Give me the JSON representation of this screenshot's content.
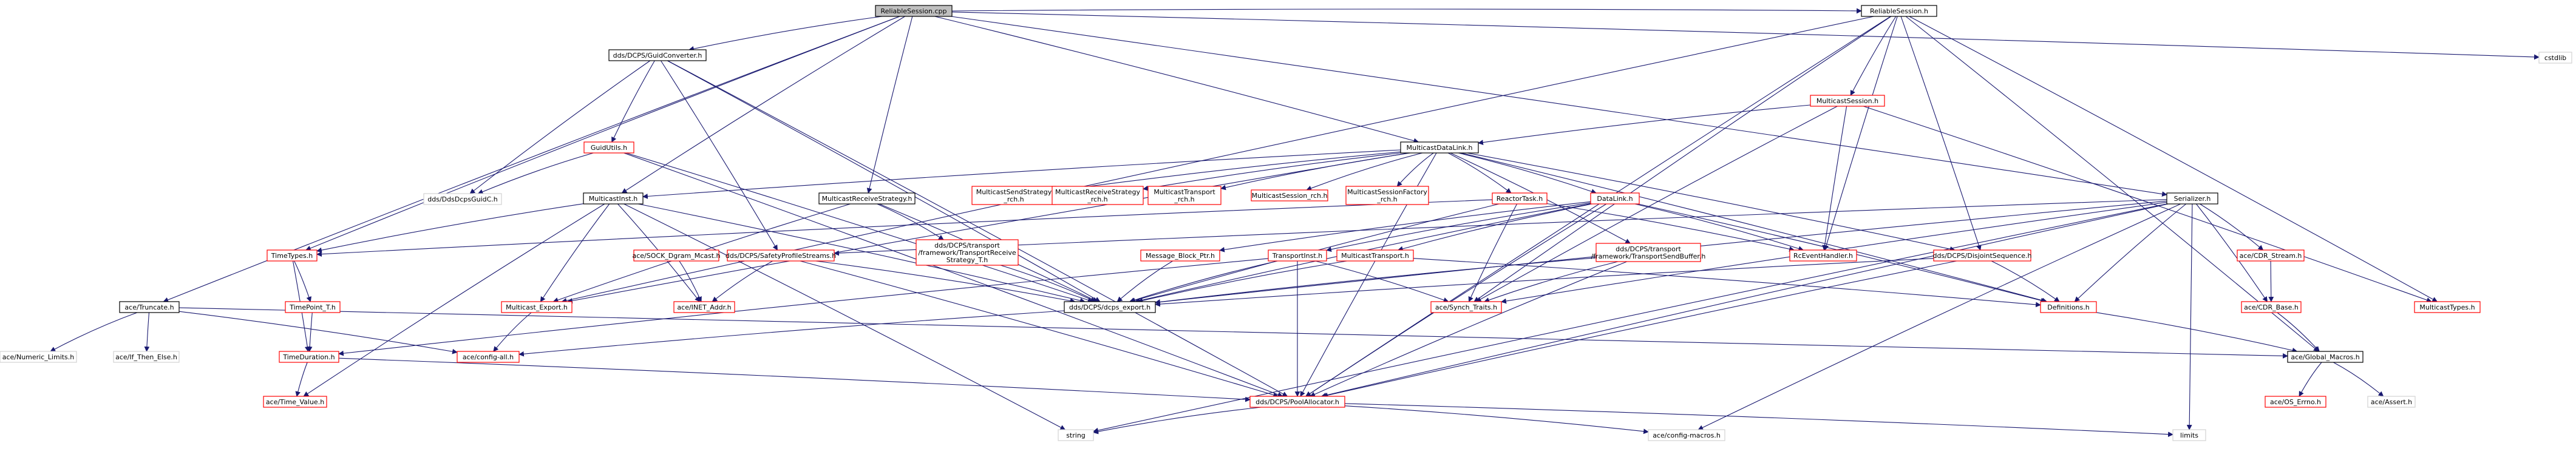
{
  "colors": {
    "edge": "#191970",
    "root_fill": "#bfbfbf",
    "normal_border": "#000000",
    "missing_border": "#ff0000",
    "text": "#000000"
  },
  "nodes": [
    {
      "id": "ReliableSession_cpp",
      "label": "ReliableSession.cpp",
      "style": "root"
    },
    {
      "id": "ReliableSession_h",
      "label": "ReliableSession.h",
      "style": "normal"
    },
    {
      "id": "cstdlib",
      "label": "cstdlib",
      "style": "plain"
    },
    {
      "id": "GuidConverter_h",
      "label": "dds/DCPS/GuidConverter.h",
      "style": "normal"
    },
    {
      "id": "MulticastSession_h",
      "label": "MulticastSession.h",
      "style": "missing"
    },
    {
      "id": "GuidUtils_h",
      "label": "GuidUtils.h",
      "style": "missing"
    },
    {
      "id": "DdsDcpsGuidC_h",
      "label": "dds/DdsDcpsGuidC.h",
      "style": "plain"
    },
    {
      "id": "MulticastDataLink_h",
      "label": "MulticastDataLink.h",
      "style": "normal"
    },
    {
      "id": "MulticastInst_h",
      "label": "MulticastInst.h",
      "style": "normal"
    },
    {
      "id": "MulticastReceiveStrategy_h",
      "label": "MulticastReceiveStrategy.h",
      "style": "normal"
    },
    {
      "id": "MulticastSendStrategy_h",
      "label": "MulticastSendStrategy_rch.h",
      "style": "missing"
    },
    {
      "id": "MulticastReceiveStrategy_rch_h",
      "label": "MulticastReceiveStrategy_rch.h",
      "style": "missing"
    },
    {
      "id": "MulticastTransport_rch_h",
      "label": "MulticastTransport_rch.h",
      "style": "missing"
    },
    {
      "id": "MulticastSession_rch_h",
      "label": "MulticastSession_rch.h",
      "style": "missing"
    },
    {
      "id": "MulticastSessionFactory_rch_h",
      "label": "MulticastSessionFactory_rch.h",
      "style": "missing"
    },
    {
      "id": "ReactorTask_h",
      "label": "ReactorTask.h",
      "style": "missing"
    },
    {
      "id": "DataLink_h",
      "label": "DataLink.h",
      "style": "missing"
    },
    {
      "id": "Serializer_h",
      "label": "Serializer.h",
      "style": "normal"
    },
    {
      "id": "TimeTypes_h",
      "label": "TimeTypes.h",
      "style": "missing"
    },
    {
      "id": "SOCK_Dgram_Mcast_h",
      "label": "ace/SOCK_Dgram_Mcast.h",
      "style": "missing"
    },
    {
      "id": "SafetyProfileStreams_h",
      "label": "dds/DCPS/SafetyProfileStreams.h",
      "style": "missing"
    },
    {
      "id": "TransportReceiveStrategy_T_h",
      "label": "dds/DCPS/transport/framework/TransportReceiveStrategy_T.h",
      "style": "missing"
    },
    {
      "id": "Message_Block_Ptr_h",
      "label": "Message_Block_Ptr.h",
      "style": "missing"
    },
    {
      "id": "TransportInst_h",
      "label": "TransportInst.h",
      "style": "missing"
    },
    {
      "id": "MulticastTransport_h",
      "label": "MulticastTransport.h",
      "style": "missing"
    },
    {
      "id": "TransportSendBuffer_h",
      "label": "dds/DCPS/transport/framework/TransportSendBuffer.h",
      "style": "missing"
    },
    {
      "id": "RcEventHandler_h",
      "label": "RcEventHandler.h",
      "style": "missing"
    },
    {
      "id": "DisjointSequence_h",
      "label": "dds/DCPS/DisjointSequence.h",
      "style": "missing"
    },
    {
      "id": "CDR_Stream_h",
      "label": "ace/CDR_Stream.h",
      "style": "missing"
    },
    {
      "id": "CDR_Base_h",
      "label": "ace/CDR_Base.h",
      "style": "missing"
    },
    {
      "id": "Truncate_h",
      "label": "ace/Truncate.h",
      "style": "normal"
    },
    {
      "id": "TimePoint_T_h",
      "label": "TimePoint_T.h",
      "style": "missing"
    },
    {
      "id": "TimeDuration_h",
      "label": "TimeDuration.h",
      "style": "missing"
    },
    {
      "id": "Time_Value_h",
      "label": "ace/Time_Value.h",
      "style": "missing"
    },
    {
      "id": "Numeric_Limits_h",
      "label": "ace/Numeric_Limits.h",
      "style": "plain"
    },
    {
      "id": "If_Then_Else_h",
      "label": "ace/If_Then_Else.h",
      "style": "plain"
    },
    {
      "id": "Export_h",
      "label": "Multicast_Export.h",
      "style": "missing"
    },
    {
      "id": "INET_Addr_h",
      "label": "ace/INET_Addr.h",
      "style": "missing"
    },
    {
      "id": "dcps_export_h",
      "label": "dds/DCPS/dcps_export.h",
      "style": "normal"
    },
    {
      "id": "Synch_Traits_h",
      "label": "ace/Synch_Traits.h",
      "style": "missing"
    },
    {
      "id": "Definitions_h",
      "label": "Definitions.h",
      "style": "missing"
    },
    {
      "id": "MulticastTypes_h",
      "label": "MulticastTypes.h",
      "style": "missing"
    },
    {
      "id": "config_all_h",
      "label": "ace/config-all.h",
      "style": "missing"
    },
    {
      "id": "PoolAllocator_h",
      "label": "dds/DCPS/PoolAllocator.h",
      "style": "missing"
    },
    {
      "id": "Global_Macros_h",
      "label": "ace/Global_Macros.h",
      "style": "normal"
    },
    {
      "id": "OS_Errno_h",
      "label": "ace/OS_Errno.h",
      "style": "missing"
    },
    {
      "id": "Assert_h",
      "label": "ace/Assert.h",
      "style": "plain"
    },
    {
      "id": "string",
      "label": "string",
      "style": "plain"
    },
    {
      "id": "config_macros_h",
      "label": "ace/config-macros.h",
      "style": "plain"
    },
    {
      "id": "limits",
      "label": "limits",
      "style": "plain"
    }
  ],
  "edges": [
    [
      "ReliableSession_cpp",
      "ReliableSession_h"
    ],
    [
      "ReliableSession_cpp",
      "cstdlib"
    ],
    [
      "ReliableSession_cpp",
      "GuidConverter_h"
    ],
    [
      "ReliableSession_cpp",
      "MulticastDataLink_h"
    ],
    [
      "ReliableSession_cpp",
      "MulticastInst_h"
    ],
    [
      "ReliableSession_cpp",
      "MulticastReceiveStrategy_h"
    ],
    [
      "ReliableSession_cpp",
      "Serializer_h"
    ],
    [
      "ReliableSession_cpp",
      "TimeTypes_h"
    ],
    [
      "ReliableSession_cpp",
      "Truncate_h"
    ],
    [
      "ReliableSession_h",
      "MulticastSession_h"
    ],
    [
      "ReliableSession_h",
      "DisjointSequence_h"
    ],
    [
      "ReliableSession_h",
      "RcEventHandler_h"
    ],
    [
      "ReliableSession_h",
      "Synch_Traits_h"
    ],
    [
      "ReliableSession_h",
      "PoolAllocator_h"
    ],
    [
      "ReliableSession_h",
      "MulticastTypes_h"
    ],
    [
      "ReliableSession_h",
      "Export_h"
    ],
    [
      "ReliableSession_h",
      "Global_Macros_h"
    ],
    [
      "GuidConverter_h",
      "GuidUtils_h"
    ],
    [
      "GuidConverter_h",
      "DdsDcpsGuidC_h"
    ],
    [
      "GuidConverter_h",
      "dcps_export_h"
    ],
    [
      "GuidConverter_h",
      "SafetyProfileStreams_h"
    ],
    [
      "GuidConverter_h",
      "PoolAllocator_h"
    ],
    [
      "MulticastSession_h",
      "MulticastDataLink_h"
    ],
    [
      "MulticastSession_h",
      "RcEventHandler_h"
    ],
    [
      "MulticastSession_h",
      "Synch_Traits_h"
    ],
    [
      "MulticastSession_h",
      "MulticastTypes_h"
    ],
    [
      "GuidUtils_h",
      "DdsDcpsGuidC_h"
    ],
    [
      "GuidUtils_h",
      "dcps_export_h"
    ],
    [
      "GuidUtils_h",
      "PoolAllocator_h"
    ],
    [
      "MulticastDataLink_h",
      "MulticastSendStrategy_h"
    ],
    [
      "MulticastDataLink_h",
      "MulticastReceiveStrategy_rch_h"
    ],
    [
      "MulticastDataLink_h",
      "MulticastTransport_rch_h"
    ],
    [
      "MulticastDataLink_h",
      "MulticastSession_rch_h"
    ],
    [
      "MulticastDataLink_h",
      "MulticastSessionFactory_rch_h"
    ],
    [
      "MulticastDataLink_h",
      "ReactorTask_h"
    ],
    [
      "MulticastDataLink_h",
      "DataLink_h"
    ],
    [
      "MulticastDataLink_h",
      "MulticastInst_h"
    ],
    [
      "MulticastDataLink_h",
      "TransportSendBuffer_h"
    ],
    [
      "MulticastDataLink_h",
      "DisjointSequence_h"
    ],
    [
      "MulticastDataLink_h",
      "Definitions_h"
    ],
    [
      "MulticastDataLink_h",
      "PoolAllocator_h"
    ],
    [
      "MulticastDataLink_h",
      "Export_h"
    ],
    [
      "MulticastInst_h",
      "TimeTypes_h"
    ],
    [
      "MulticastInst_h",
      "Export_h"
    ],
    [
      "MulticastInst_h",
      "INET_Addr_h"
    ],
    [
      "MulticastInst_h",
      "Time_Value_h"
    ],
    [
      "MulticastInst_h",
      "dcps_export_h"
    ],
    [
      "MulticastInst_h",
      "string"
    ],
    [
      "MulticastReceiveStrategy_h",
      "TransportReceiveStrategy_T_h"
    ],
    [
      "MulticastReceiveStrategy_h",
      "Export_h"
    ],
    [
      "MulticastReceiveStrategy_h",
      "dcps_export_h"
    ],
    [
      "ReactorTask_h",
      "RcEventHandler_h"
    ],
    [
      "ReactorTask_h",
      "Synch_Traits_h"
    ],
    [
      "ReactorTask_h",
      "dcps_export_h"
    ],
    [
      "ReactorTask_h",
      "TimeTypes_h"
    ],
    [
      "DataLink_h",
      "TransportInst_h"
    ],
    [
      "DataLink_h",
      "Message_Block_Ptr_h"
    ],
    [
      "DataLink_h",
      "MulticastTransport_h"
    ],
    [
      "DataLink_h",
      "RcEventHandler_h"
    ],
    [
      "DataLink_h",
      "Definitions_h"
    ],
    [
      "DataLink_h",
      "PoolAllocator_h"
    ],
    [
      "DataLink_h",
      "dcps_export_h"
    ],
    [
      "Serializer_h",
      "CDR_Stream_h"
    ],
    [
      "Serializer_h",
      "CDR_Base_h"
    ],
    [
      "Serializer_h",
      "Definitions_h"
    ],
    [
      "Serializer_h",
      "dcps_export_h"
    ],
    [
      "Serializer_h",
      "PoolAllocator_h"
    ],
    [
      "Serializer_h",
      "Synch_Traits_h"
    ],
    [
      "Serializer_h",
      "string"
    ],
    [
      "Serializer_h",
      "limits"
    ],
    [
      "Serializer_h",
      "config_macros_h"
    ],
    [
      "Serializer_h",
      "SafetyProfileStreams_h"
    ],
    [
      "TimeTypes_h",
      "TimePoint_T_h"
    ],
    [
      "TimeTypes_h",
      "TimeDuration_h"
    ],
    [
      "TimePoint_T_h",
      "TimeDuration_h"
    ],
    [
      "TimeDuration_h",
      "Time_Value_h"
    ],
    [
      "TimeDuration_h",
      "PoolAllocator_h"
    ],
    [
      "SOCK_Dgram_Mcast_h",
      "INET_Addr_h"
    ],
    [
      "SafetyProfileStreams_h",
      "dcps_export_h"
    ],
    [
      "SafetyProfileStreams_h",
      "PoolAllocator_h"
    ],
    [
      "SafetyProfileStreams_h",
      "INET_Addr_h"
    ],
    [
      "TransportReceiveStrategy_T_h",
      "dcps_export_h"
    ],
    [
      "Message_Block_Ptr_h",
      "dcps_export_h"
    ],
    [
      "TransportInst_h",
      "dcps_export_h"
    ],
    [
      "TransportInst_h",
      "Synch_Traits_h"
    ],
    [
      "TransportInst_h",
      "TimeDuration_h"
    ],
    [
      "TransportInst_h",
      "PoolAllocator_h"
    ],
    [
      "MulticastTransport_h",
      "dcps_export_h"
    ],
    [
      "MulticastTransport_h",
      "Definitions_h"
    ],
    [
      "TransportSendBuffer_h",
      "dcps_export_h"
    ],
    [
      "TransportSendBuffer_h",
      "Synch_Traits_h"
    ],
    [
      "TransportSendBuffer_h",
      "PoolAllocator_h"
    ],
    [
      "DisjointSequence_h",
      "Definitions_h"
    ],
    [
      "DisjointSequence_h",
      "dcps_export_h"
    ],
    [
      "DisjointSequence_h",
      "PoolAllocator_h"
    ],
    [
      "CDR_Stream_h",
      "CDR_Base_h"
    ],
    [
      "CDR_Base_h",
      "Global_Macros_h"
    ],
    [
      "Truncate_h",
      "Numeric_Limits_h"
    ],
    [
      "Truncate_h",
      "If_Then_Else_h"
    ],
    [
      "Truncate_h",
      "config_all_h"
    ],
    [
      "Truncate_h",
      "Global_Macros_h"
    ],
    [
      "Export_h",
      "config_all_h"
    ],
    [
      "dcps_export_h",
      "config_all_h"
    ],
    [
      "Definitions_h",
      "Global_Macros_h"
    ],
    [
      "Global_Macros_h",
      "OS_Errno_h"
    ],
    [
      "Global_Macros_h",
      "Assert_h"
    ],
    [
      "PoolAllocator_h",
      "string"
    ],
    [
      "PoolAllocator_h",
      "config_macros_h"
    ],
    [
      "PoolAllocator_h",
      "limits"
    ]
  ]
}
